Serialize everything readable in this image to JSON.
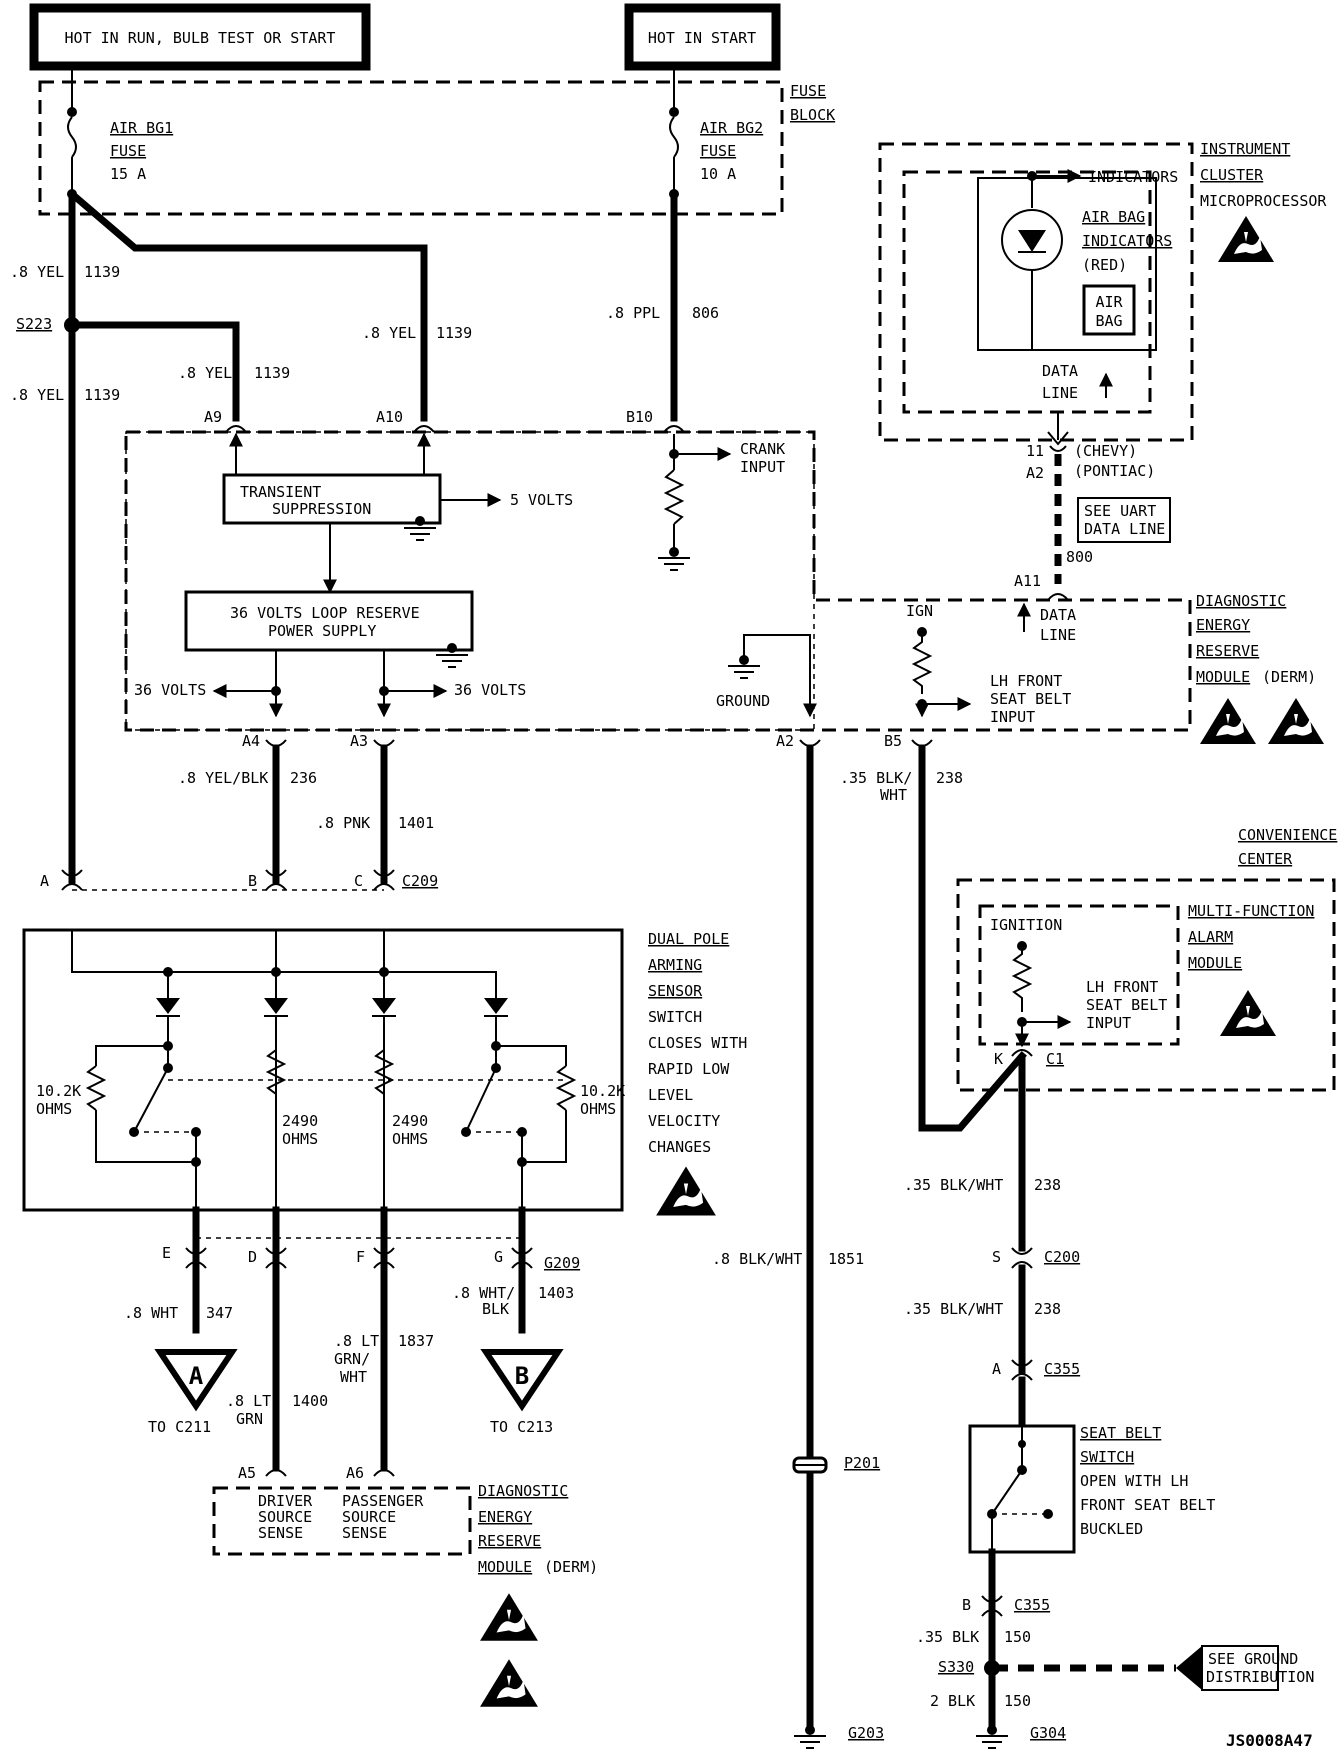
{
  "labels": {
    "hot_run": "HOT IN RUN, BULB TEST OR START",
    "hot_start": "HOT IN START",
    "fuse_block_1": "FUSE",
    "fuse_block_2": "BLOCK",
    "airbg1_1": "AIR BG1",
    "airbg1_2": "FUSE",
    "airbg1_3": "15 A",
    "airbg2_1": "AIR BG2",
    "airbg2_2": "FUSE",
    "airbg2_3": "10 A",
    "ic_1": "INSTRUMENT",
    "ic_2": "CLUSTER",
    "ic_3": "MICROPROCESSOR",
    "indicators": "INDICATORS",
    "airbag_ind_1": "AIR BAG",
    "airbag_ind_2": "INDICATORS",
    "airbag_ind_3": "(RED)",
    "airbag_lamp_1": "AIR",
    "airbag_lamp_2": "BAG",
    "data_line_1": "DATA",
    "data_line_2": "LINE",
    "w_8yel": ".8 YEL",
    "c1139": "1139",
    "w_8ppl": ".8 PPL",
    "c806": "806",
    "s223": "S223",
    "a9": "A9",
    "a10": "A10",
    "b10": "B10",
    "crank_1": "CRANK",
    "crank_2": "INPUT",
    "ts_1": "TRANSIENT",
    "ts_2": "SUPPRESSION",
    "five_volts": "5 VOLTS",
    "ps_1": "36 VOLTS LOOP RESERVE",
    "ps_2": "POWER SUPPLY",
    "v36": "36 VOLTS",
    "pin11": "11",
    "chevy": "(CHEVY)",
    "pontiac": "(PONTIAC)",
    "a2": "A2",
    "uart_1": "SEE UART",
    "uart_2": "DATA LINE",
    "c800": "800",
    "a11": "A11",
    "ign": "IGN",
    "derm_1": "DIAGNOSTIC",
    "derm_2": "ENERGY",
    "derm_3": "RESERVE",
    "derm_4": "MODULE",
    "derm_5": "(DERM)",
    "ground": "GROUND",
    "lhf_1": "LH FRONT",
    "lhf_2": "SEAT BELT",
    "lhf_3": "INPUT",
    "a4": "A4",
    "a3": "A3",
    "b5": "B5",
    "w_yelblk": ".8 YEL/BLK",
    "c236": "236",
    "w_pnk": ".8 PNK",
    "c1401": "1401",
    "w_35bw_1": ".35 BLK/",
    "w_35bw_2": "WHT",
    "c238": "238",
    "pa": "A",
    "pb": "B",
    "pc": "C",
    "c209": "C209",
    "cc_1": "CONVENIENCE",
    "cc_2": "CENTER",
    "mfa_1": "MULTI-FUNCTION",
    "mfa_2": "ALARM",
    "mfa_3": "MODULE",
    "ignition": "IGNITION",
    "pk": "K",
    "c1": "C1",
    "ds_1": "DUAL POLE",
    "ds_2": "ARMING",
    "ds_3": "SENSOR",
    "ds_4": "SWITCH",
    "ds_5": "CLOSES WITH",
    "ds_6": "RAPID LOW",
    "ds_7": "LEVEL",
    "ds_8": "VELOCITY",
    "ds_9": "CHANGES",
    "r102k": "10.2K",
    "ohms": "OHMS",
    "r2490": "2490",
    "w_35bw": ".35 BLK/WHT",
    "pe": "E",
    "pd": "D",
    "pf": "F",
    "pg": "G",
    "g209": "G209",
    "w_8bw": ".8 BLK/WHT",
    "c1851": "1851",
    "ps": "S",
    "c200": "C200",
    "w_8wht": ".8 WHT",
    "c347": "347",
    "w_8wb_1": ".8 WHT/",
    "w_8wb_2": "BLK",
    "c1403": "1403",
    "w_ltgrnwht_1": ".8 LT",
    "w_ltgrnwht_2": "GRN/",
    "w_ltgrnwht_3": "WHT",
    "c1837": "1837",
    "w_ltgrn_1": ".8 LT",
    "w_ltgrn_2": "GRN",
    "c1400": "1400",
    "tri_a": "A",
    "tri_b": "B",
    "to_c211": "TO C211",
    "to_c213": "TO C213",
    "c355": "C355",
    "sbs_1": "SEAT BELT",
    "sbs_2": "SWITCH",
    "sbs_3": "OPEN WITH LH",
    "sbs_4": "FRONT SEAT BELT",
    "sbs_5": "BUCKLED",
    "a5": "A5",
    "a6": "A6",
    "p201": "P201",
    "dss_1": "DRIVER",
    "dss_2": "SOURCE",
    "dss_3": "SENSE",
    "pss_1": "PASSENGER",
    "pss_2": "SOURCE",
    "pss_3": "SENSE",
    "w_35blk": ".35 BLK",
    "c150": "150",
    "s330": "S330",
    "sgd_1": "SEE GROUND",
    "sgd_2": "DISTRIBUTION",
    "w_2blk": "2 BLK",
    "g203": "G203",
    "g304": "G304",
    "ref": "JS0008A47"
  }
}
